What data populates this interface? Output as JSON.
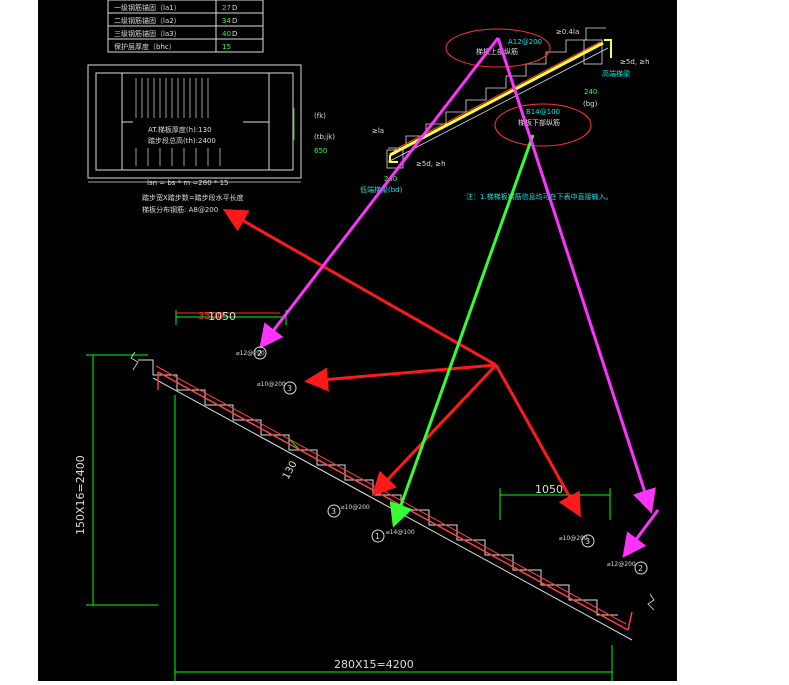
{
  "table": {
    "rows": [
      {
        "label": "一级钢筋锚固（la1）",
        "value": "27",
        "unit": "D"
      },
      {
        "label": "二级钢筋锚固（la2）",
        "value": "34",
        "unit": "D"
      },
      {
        "label": "三级钢筋锚固（la3）",
        "value": "40",
        "unit": "D"
      },
      {
        "label": "保护层厚度（bhc）",
        "value": "15",
        "unit": ""
      }
    ]
  },
  "plan": {
    "slab_thickness": "AT.梯板厚度(h):130",
    "step_height": "踏步段总高(th):2400",
    "fk": "(fk)",
    "tbjk": "(tb;jk)",
    "v650": "650",
    "lsn": "lsn = bs * m =280 * 15",
    "stair_width": "踏步宽X踏步数=踏步段水平长度",
    "dist_bar": "梯板分布钢筋: A8@200"
  },
  "section": {
    "top_bar": "A12@200",
    "top_label": "梯板上部纵筋",
    "bot_bar": "B14@100",
    "bot_label": "梯板下部纵筋",
    "anchor_top": "≥0.4la",
    "anchor_top2": "≥5d, ≥h",
    "anchor_bot": "≥la",
    "anchor_bot2": "≥5d, ≥h",
    "high_beam": "高端梯梁",
    "low_beam": "低端梯梁(bd)",
    "v240a": "240",
    "v240b": "240",
    "bg": "(bg)",
    "note": "注：1.梯梯板钢筋信息均可在下表中直接输入。"
  },
  "detail": {
    "dim_top_red": "3500",
    "dim_top": "1050",
    "dim_right": "1050",
    "dim_vertical": "150X16=2400",
    "dim_bottom": "280X15=4200",
    "thickness": "130",
    "bar2_top": "⌀12@200",
    "bar3_top": "⌀10@200",
    "bar3_left": "⌀10@200",
    "bar1": "⌀14@100",
    "bar3_right": "⌀10@200",
    "bar2_bot": "⌀12@200",
    "n1": "1",
    "n2": "2",
    "n3": "3"
  },
  "colors": {
    "background": "#000000",
    "dimension": "#00ff00",
    "rebar": "#ff4040",
    "arrow_red": "#ff1a1a",
    "arrow_green": "#33ff33",
    "arrow_magenta": "#ff33ff",
    "cyan_text": "#00e5e5",
    "yellow_bar": "#ffff33"
  }
}
